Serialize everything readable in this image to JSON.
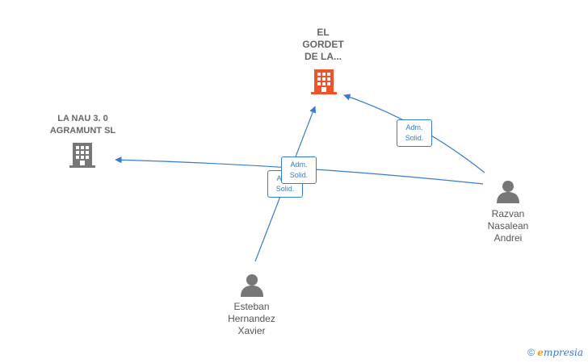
{
  "nodes": {
    "el_gordet": {
      "label_lines": [
        "EL",
        "GORDET",
        "DE LA..."
      ],
      "type": "company",
      "color": "#f0522a"
    },
    "la_nau": {
      "label_lines": [
        "LA NAU 3. 0",
        "AGRAMUNT  SL"
      ],
      "type": "company",
      "color": "#777777"
    },
    "razvan": {
      "label_lines": [
        "Razvan",
        "Nasalean",
        "Andrei"
      ],
      "type": "person",
      "color": "#777777"
    },
    "esteban": {
      "label_lines": [
        "Esteban",
        "Hernandez",
        "Xavier"
      ],
      "type": "person",
      "color": "#777777"
    }
  },
  "edges": [
    {
      "from": "razvan",
      "to": "el_gordet",
      "label_lines": [
        "Adm.",
        "Solid."
      ]
    },
    {
      "from": "razvan",
      "to": "la_nau",
      "label_lines": [
        "Adm.",
        "Solid."
      ]
    },
    {
      "from": "esteban",
      "to": "el_gordet",
      "label_lines": [
        "Adm.",
        "Solid."
      ]
    }
  ],
  "icons": {
    "company": "building-icon",
    "person": "person-icon"
  },
  "colors": {
    "edge": "#3a7ad0",
    "highlight_company": "#f0522a",
    "node": "#777777"
  },
  "footer": {
    "copyright": "©",
    "brand_first": "e",
    "brand_rest": "mpresia"
  }
}
